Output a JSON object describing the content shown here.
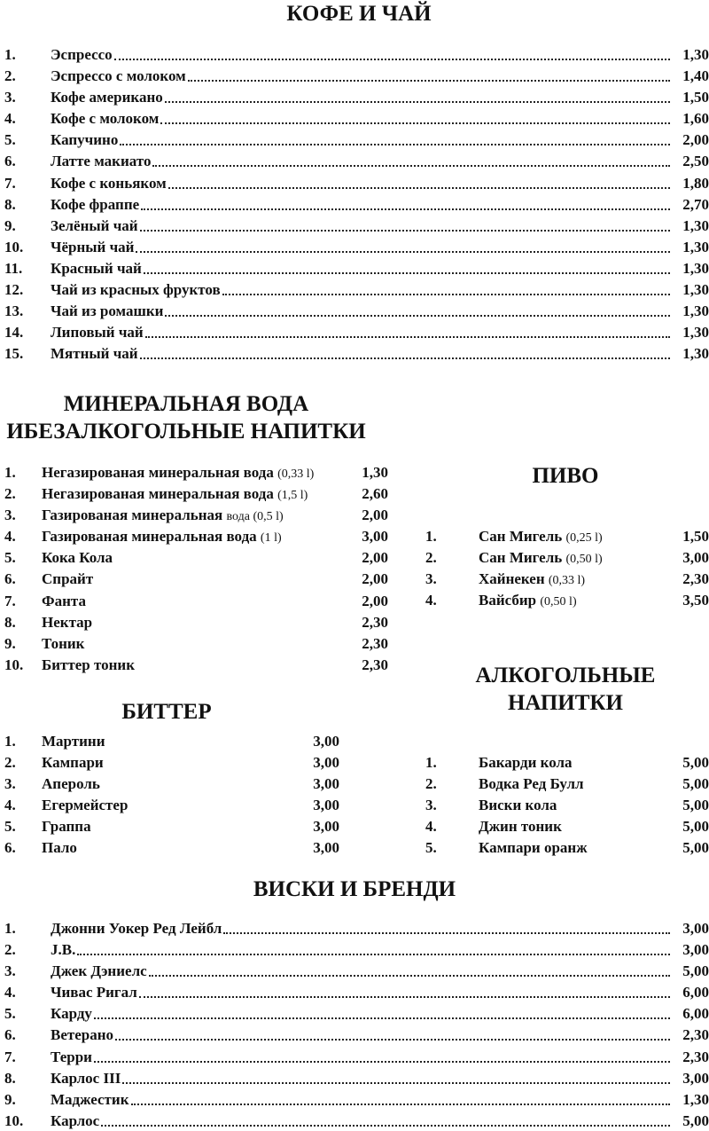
{
  "coffee": {
    "title": "КОФЕ И ЧАЙ",
    "items": [
      {
        "n": "1.",
        "name": "Эспрессо",
        "price": "1,30"
      },
      {
        "n": "2.",
        "name": "Эспрессо с молоком",
        "price": "1,40"
      },
      {
        "n": "3.",
        "name": "Кофе американо",
        "price": "1,50"
      },
      {
        "n": "4.",
        "name": "Кофе с молоком",
        "price": "1,60"
      },
      {
        "n": "5.",
        "name": "Капучино",
        "price": "2,00"
      },
      {
        "n": "6.",
        "name": "Латте макиато",
        "price": "2,50"
      },
      {
        "n": "7.",
        "name": "Кофе с коньяком",
        "price": "1,80"
      },
      {
        "n": "8.",
        "name": "Кофе фраппе",
        "price": "2,70"
      },
      {
        "n": "9.",
        "name": "Зелёный чай",
        "price": "1,30"
      },
      {
        "n": "10.",
        "name": "Чёрный чай",
        "price": "1,30"
      },
      {
        "n": "11.",
        "name": "Красный чай",
        "price": "1,30"
      },
      {
        "n": "12.",
        "name": "Чай из красных фруктов",
        "price": "1,30"
      },
      {
        "n": "13.",
        "name": "Чай из ромашки",
        "price": "1,30"
      },
      {
        "n": "14.",
        "name": "Липовый чай",
        "price": "1,30"
      },
      {
        "n": "15.",
        "name": "Мятный чай",
        "price": "1,30"
      }
    ]
  },
  "mineral": {
    "title1": "МИНЕРАЛЬНАЯ ВОДА",
    "title2": "ИБЕЗАЛКОГОЛЬНЫЕ НАПИТКИ",
    "items": [
      {
        "n": "1.",
        "name": "Негазированая минеральная вода",
        "vol": "(0,33 l)",
        "price": "1,30"
      },
      {
        "n": "2.",
        "name": "Негазированая минеральная вода",
        "vol": "(1,5 l)",
        "price": "2,60"
      },
      {
        "n": "3.",
        "name": "Газированая минеральная",
        "vol": "вода (0,5 l)",
        "price": "2,00"
      },
      {
        "n": "4.",
        "name": "Газированая минеральная вода",
        "vol": "(1 l)",
        "price": "3,00"
      },
      {
        "n": "5.",
        "name": "Кока Кола",
        "price": "2,00"
      },
      {
        "n": "6.",
        "name": "Спрайт",
        "price": "2,00"
      },
      {
        "n": "7.",
        "name": "Фанта",
        "price": "2,00"
      },
      {
        "n": "8.",
        "name": "Нектар",
        "price": "2,30"
      },
      {
        "n": "9.",
        "name": "Тоник",
        "price": "2,30"
      },
      {
        "n": "10.",
        "name": "Биттер тоник",
        "price": "2,30"
      }
    ]
  },
  "beer": {
    "title": "ПИВО",
    "items": [
      {
        "n": "1.",
        "name": "Сан Мигель",
        "vol": "(0,25 l)",
        "price": "1,50"
      },
      {
        "n": "2.",
        "name": "Сан Мигель",
        "vol": "(0,50 l)",
        "price": "3,00"
      },
      {
        "n": "3.",
        "name": "Хайнекен",
        "vol": "(0,33 l)",
        "price": "2,30"
      },
      {
        "n": "4.",
        "name": "Вайсбир",
        "vol": "(0,50 l)",
        "price": "3,50"
      }
    ]
  },
  "bitter": {
    "title": "БИТТЕР",
    "items": [
      {
        "n": "1.",
        "name": "Мартини",
        "price": "3,00"
      },
      {
        "n": "2.",
        "name": "Кампари",
        "price": "3,00"
      },
      {
        "n": "3.",
        "name": "Апероль",
        "price": "3,00"
      },
      {
        "n": "4.",
        "name": "Егермейстер",
        "price": "3,00"
      },
      {
        "n": "5.",
        "name": "Граппа",
        "price": "3,00"
      },
      {
        "n": "6.",
        "name": "Пало",
        "price": "3,00"
      }
    ]
  },
  "alcohol": {
    "title1": "АЛКОГОЛЬНЫЕ",
    "title2": "НАПИТКИ",
    "items": [
      {
        "n": "1.",
        "name": "Бакарди кола",
        "price": "5,00"
      },
      {
        "n": "2.",
        "name": "Водка Ред Булл",
        "price": "5,00"
      },
      {
        "n": "3.",
        "name": "Виски кола",
        "price": "5,00"
      },
      {
        "n": "4.",
        "name": "Джин тоник",
        "price": "5,00"
      },
      {
        "n": "5.",
        "name": "Кампари оранж",
        "price": "5,00"
      }
    ]
  },
  "whisky": {
    "title": "ВИСКИ И БРЕНДИ",
    "items": [
      {
        "n": "1.",
        "name": "Джонни Уокер Ред Лейбл",
        "price": "3,00"
      },
      {
        "n": "2.",
        "name": "J.B.",
        "price": "3,00"
      },
      {
        "n": "3.",
        "name": "Джек Дэниелс",
        "price": "5,00"
      },
      {
        "n": "4.",
        "name": "Чивас Ригал",
        "price": "6,00"
      },
      {
        "n": "5.",
        "name": "Карду",
        "price": "6,00"
      },
      {
        "n": "6.",
        "name": "Ветерано",
        "price": "2,30"
      },
      {
        "n": "7.",
        "name": "Терри",
        "price": "2,30"
      },
      {
        "n": "8.",
        "name": "Карлос III",
        "price": "3,00"
      },
      {
        "n": "9.",
        "name": "Маджестик",
        "price": "1,30"
      },
      {
        "n": "10.",
        "name": "Карлос",
        "price": "5,00"
      }
    ]
  }
}
